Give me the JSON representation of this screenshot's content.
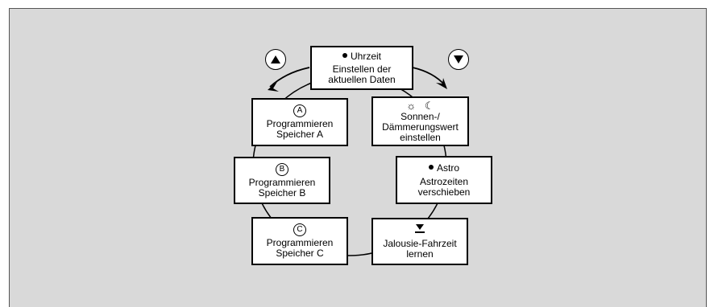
{
  "diagram": {
    "buttons": [
      {
        "id": "up",
        "icon": "triangle-up-icon"
      },
      {
        "id": "down",
        "icon": "triangle-down-icon"
      }
    ],
    "nodes": {
      "clock": {
        "header": "Uhrzeit",
        "line1": "Einstellen der",
        "line2": "aktuellen Daten"
      },
      "prog_a": {
        "badge": "A",
        "line1": "Programmieren",
        "line2": "Speicher A"
      },
      "prog_b": {
        "badge": "B",
        "line1": "Programmieren",
        "line2": "Speicher B"
      },
      "prog_c": {
        "badge": "C",
        "line1": "Programmieren",
        "line2": "Speicher C"
      },
      "sun": {
        "icons": "sun-moon-icon",
        "line1": "Sonnen-/",
        "line2": "Dämmerungswert",
        "line3": "einstellen"
      },
      "astro": {
        "header": "Astro",
        "line1": "Astrozeiten",
        "line2": "verschieben"
      },
      "blind": {
        "icon": "blind-travel-icon",
        "line1": "Jalousie-Fahrzeit",
        "line2": "lernen"
      }
    }
  }
}
